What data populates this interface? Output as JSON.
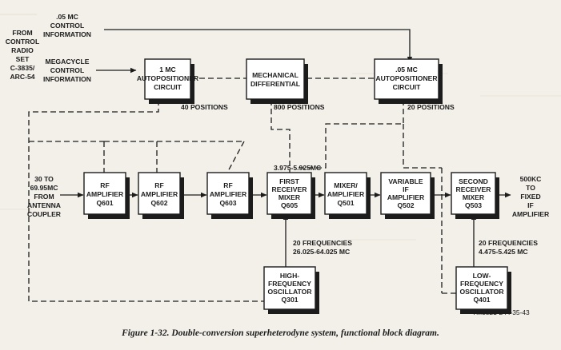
{
  "inputs": {
    "from_control": [
      "FROM",
      "CONTROL",
      "RADIO",
      "SET",
      "C-3835/",
      "ARC-54"
    ],
    "mc_05_info": [
      ".05 MC",
      "CONTROL",
      "INFORMATION"
    ],
    "mc_info": [
      "MEGACYCLE",
      "CONTROL",
      "INFORMATION"
    ],
    "antenna": [
      "30 TO",
      "69.95MC",
      "FROM",
      "ANTENNA",
      "COUPLER"
    ]
  },
  "output": [
    "500KC",
    "TO",
    "FIXED",
    "IF",
    "AMPLIFIER"
  ],
  "blocks": {
    "mc1_auto": [
      "1 MC",
      "AUTOPOSITIONER",
      "CIRCUIT"
    ],
    "mech_diff": [
      "MECHANICAL",
      "DIFFERENTIAL"
    ],
    "mc05_auto": [
      ".05 MC",
      "AUTOPOSITIONER",
      "CIRCUIT"
    ],
    "rf1": [
      "RF",
      "AMPLIFIER",
      "Q601"
    ],
    "rf2": [
      "RF",
      "AMPLIFIER",
      "Q602"
    ],
    "rf3": [
      "RF",
      "AMPLIFIER",
      "Q603"
    ],
    "mixer1": [
      "FIRST",
      "RECEIVER",
      "MIXER",
      "Q605"
    ],
    "mixamp": [
      "MIXER/",
      "AMPLIFIER",
      "Q501"
    ],
    "varif": [
      "VARIABLE",
      "IF",
      "AMPLIFIER",
      "Q502"
    ],
    "mixer2": [
      "SECOND",
      "RECEIVER",
      "MIXER",
      "Q503"
    ],
    "hfo": [
      "HIGH-",
      "FREQUENCY",
      "OSCILLATOR",
      "Q301"
    ],
    "lfo": [
      "LOW-",
      "FREQUENCY",
      "OSCILLATOR",
      "Q401"
    ]
  },
  "annotations": {
    "pos40": "40 POSITIONS",
    "pos800": "800 POSITIONS",
    "pos20": "20 POSITIONS",
    "mid_band": "3.975-5.925MC",
    "hf_freqs": [
      "20 FREQUENCIES",
      "26.025-64.025 MC"
    ],
    "lf_freqs": [
      "20 FREQUENCIES",
      "4.475-5.425 MC"
    ]
  },
  "drawing_code": "TM5821-244-35-43",
  "caption": "Figure 1-32.  Double-conversion superheterodyne system, functional block diagram."
}
